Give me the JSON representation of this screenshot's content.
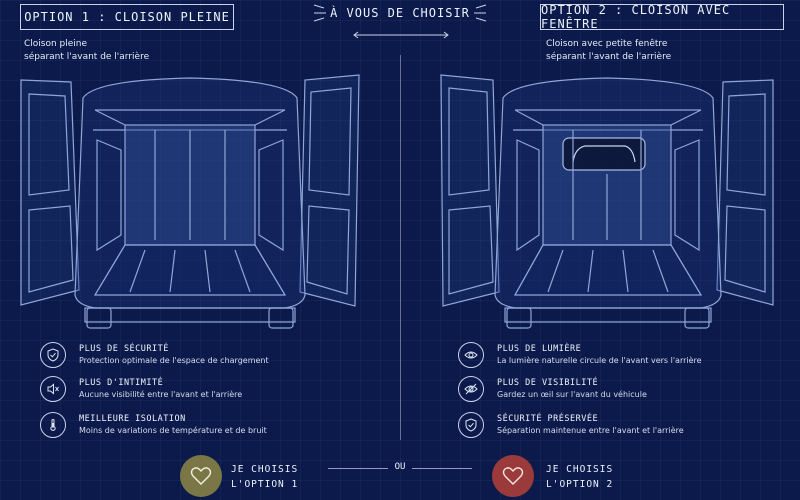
{
  "header": {
    "option1_title": "OPTION 1 : CLOISON PLEINE",
    "option2_title": "OPTION 2 : CLOISON AVEC FENÊTRE",
    "center_title": "À VOUS DE CHOISIR"
  },
  "option1": {
    "desc_line1": "Cloison pleine",
    "desc_line2": "séparant l'avant de l'arrière",
    "features": [
      {
        "icon": "shield-check-icon",
        "title": "PLUS DE SÉCURITÉ",
        "desc": "Protection optimale de l'espace de chargement"
      },
      {
        "icon": "speaker-mute-icon",
        "title": "PLUS D'INTIMITÉ",
        "desc": "Aucune visibilité entre l'avant et l'arrière"
      },
      {
        "icon": "thermometer-icon",
        "title": "MEILLEURE ISOLATION",
        "desc": "Moins de variations de température et de bruit"
      }
    ],
    "choose_line1": "JE CHOISIS",
    "choose_line2": "L'OPTION 1",
    "button_color": "#7a7646"
  },
  "option2": {
    "desc_line1": "Cloison avec petite fenêtre",
    "desc_line2": "séparant l'avant de l'arrière",
    "features": [
      {
        "icon": "eye-icon",
        "title": "PLUS DE LUMIÈRE",
        "desc": "La lumière naturelle circule de l'avant vers l'arrière"
      },
      {
        "icon": "eye-slash-icon",
        "title": "PLUS DE VISIBILITÉ",
        "desc": "Gardez un œil sur l'avant du véhicule"
      },
      {
        "icon": "shield-check-icon",
        "title": "SÉCURITÉ PRÉSERVÉE",
        "desc": "Séparation maintenue entre l'avant et l'arrière"
      }
    ],
    "choose_line1": "JE CHOISIS",
    "choose_line2": "L'OPTION 2",
    "button_color": "#9b3a3a"
  },
  "separator_text": "OU",
  "colors": {
    "background": "#0b1a4a",
    "line": "#c9d3ea"
  }
}
